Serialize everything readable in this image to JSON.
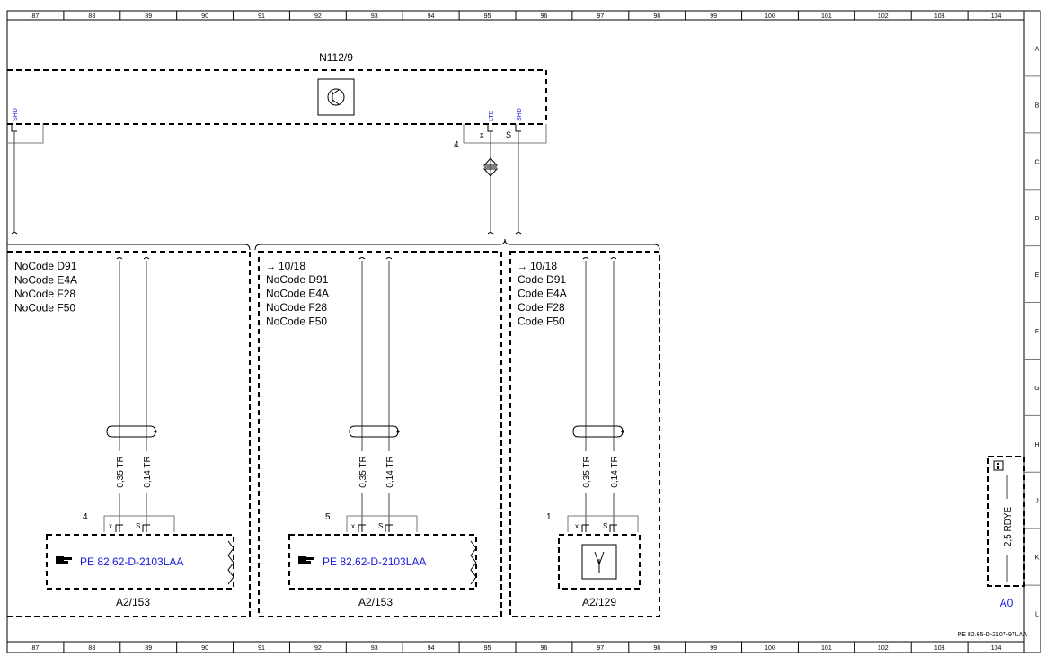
{
  "frame": {
    "columns": [
      "87",
      "88",
      "89",
      "90",
      "91",
      "92",
      "93",
      "94",
      "95",
      "96",
      "97",
      "98",
      "99",
      "100",
      "101",
      "102",
      "103",
      "104"
    ],
    "rows": [
      "A",
      "B",
      "C",
      "D",
      "E",
      "F",
      "G",
      "H",
      "J",
      "K",
      "L"
    ],
    "footer_doc_id": "PE 82.65-D-2107-97LAA"
  },
  "top_module": {
    "name": "N112/9",
    "pins": [
      {
        "signal": "SHD",
        "pin": ""
      },
      {
        "signal": "LTE",
        "pin": "x"
      },
      {
        "signal": "SHD",
        "pin": "S"
      }
    ],
    "connector_number": "4"
  },
  "sections": [
    {
      "ref": "",
      "codes": [
        "NoCode D91",
        "NoCode E4A",
        "NoCode F28",
        "NoCode F50"
      ],
      "wires": [
        "0,35 TR",
        "0,14 TR"
      ],
      "connector_number": "4",
      "pins": [
        "x",
        "S"
      ],
      "device_link": "PE 82.62-D-2103LAA",
      "device_name": "A2/153"
    },
    {
      "ref": "10/18",
      "codes": [
        "NoCode D91",
        "NoCode E4A",
        "NoCode F28",
        "NoCode F50"
      ],
      "wires": [
        "0,35 TR",
        "0,14 TR"
      ],
      "connector_number": "5",
      "pins": [
        "x",
        "S"
      ],
      "device_link": "PE 82.62-D-2103LAA",
      "device_name": "A2/153"
    },
    {
      "ref": "10/18",
      "codes": [
        "Code D91",
        "Code E4A",
        "Code F28",
        "Code F50"
      ],
      "wires": [
        "0,35 TR",
        "0,14 TR"
      ],
      "connector_number": "1",
      "pins": [
        "x",
        "S"
      ],
      "device_link": "",
      "device_name": "A2/129"
    }
  ],
  "side_panel": {
    "wire_label": "2,5 RDYE",
    "ground": "A0",
    "info_icon": "info-icon"
  }
}
